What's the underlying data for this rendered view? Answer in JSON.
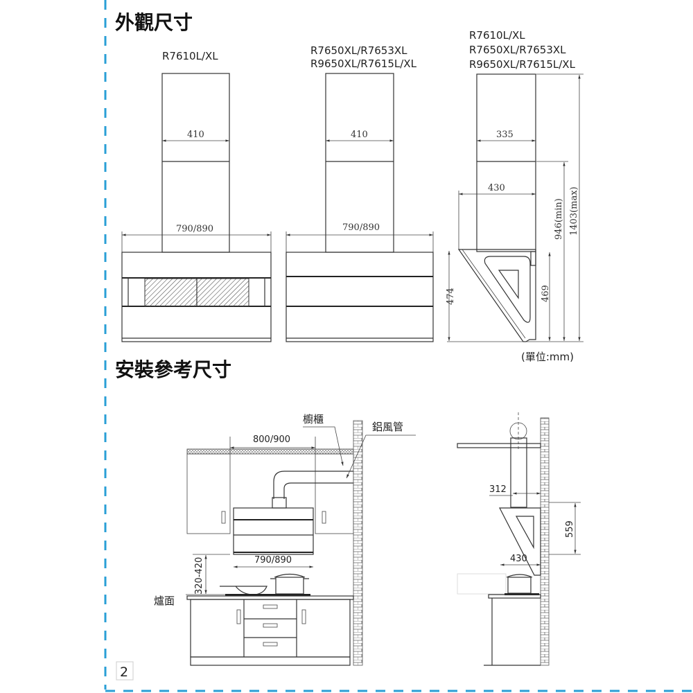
{
  "sections": {
    "appearance_title": "外觀尺寸",
    "install_title": "安裝參考尺寸"
  },
  "front_view_1": {
    "model": "R7610L/XL",
    "chimney_width": "410",
    "body_width": "790/890"
  },
  "front_view_2": {
    "model_line1": "R7650XL/R7653XL",
    "model_line2": "R9650XL/R7615L/XL",
    "chimney_width": "410",
    "body_width": "790/890"
  },
  "side_view": {
    "model_line1": "R7610L/XL",
    "model_line2": "R7650XL/R7653XL",
    "model_line3": "R9650XL/R7615L/XL",
    "chimney_depth": "335",
    "hood_depth": "430",
    "hood_height": "474",
    "body_height": "469",
    "min_height": "946(min)",
    "max_height": "1403(max)",
    "unit": "(單位:mm)"
  },
  "install_front": {
    "cabinet_label": "櫥櫃",
    "duct_label": "鋁風管",
    "cabinet_gap": "800/900",
    "hood_width": "790/890",
    "height_range": "320-420",
    "stove_label": "爐面"
  },
  "install_side": {
    "duct_offset": "312",
    "hood_depth": "430",
    "height": "559"
  },
  "page_number": "2",
  "colors": {
    "border": "#2a9fd6"
  }
}
